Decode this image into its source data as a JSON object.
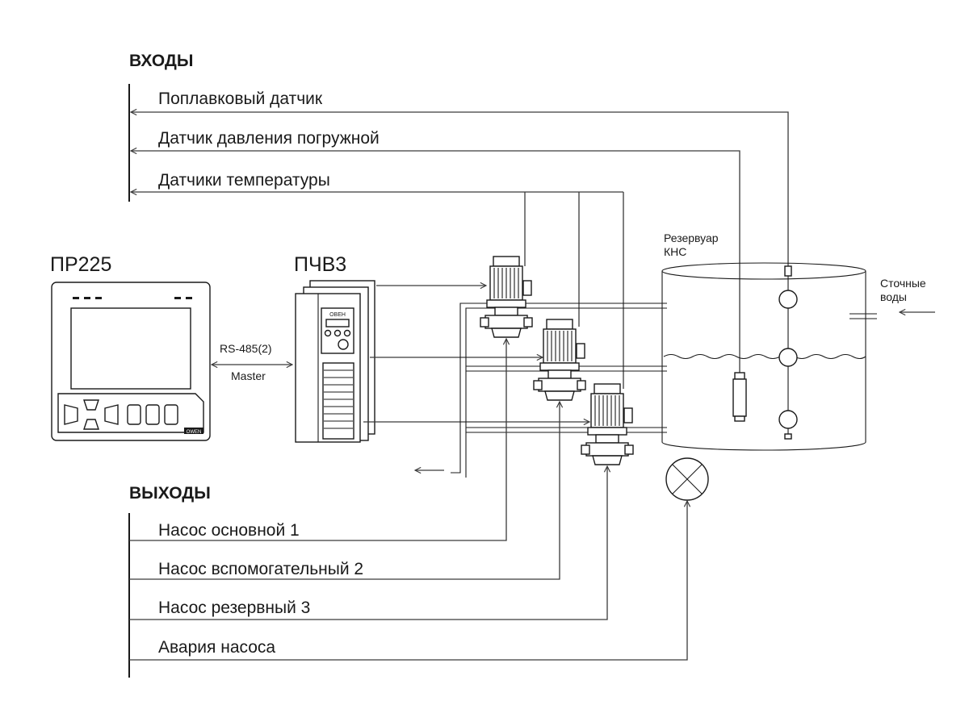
{
  "inputs": {
    "heading": "ВХОДЫ",
    "signals": [
      "Поплавковый датчик",
      "Датчик давления погружной",
      "Датчики температуры"
    ]
  },
  "outputs": {
    "heading": "ВЫХОДЫ",
    "signals": [
      "Насос основной 1",
      "Насос вспомогательный 2",
      "Насос резервный 3",
      "Авария насоса"
    ]
  },
  "devices": {
    "controller": "ПР225",
    "drive": "ПЧВ3",
    "drive_brand": "ОВЕН",
    "controller_brand": "OWEN"
  },
  "link": {
    "protocol": "RS-485(2)",
    "role": "Master"
  },
  "tank": {
    "label_line1": "Резервуар",
    "label_line2": "КНС",
    "inflow_line1": "Сточные",
    "inflow_line2": "воды"
  }
}
